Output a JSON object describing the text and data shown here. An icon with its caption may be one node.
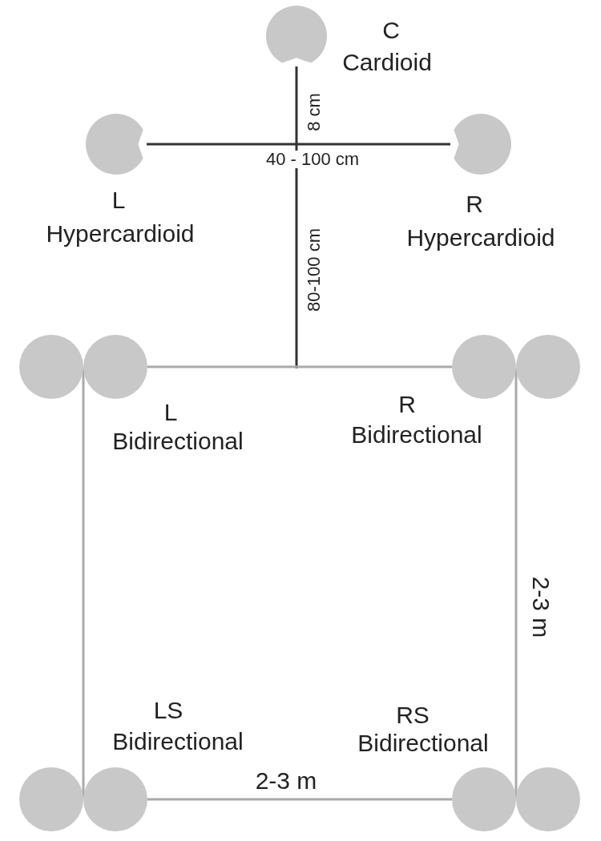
{
  "diagram": {
    "nodes": [
      {
        "text": [],
        "shape": "circle",
        "beside": [
          "C",
          "Cardioid"
        ]
      },
      {
        "text": [],
        "shape": "circle",
        "beside": [
          "L",
          "Hypercardioid"
        ]
      },
      {
        "text": [],
        "shape": "circle",
        "beside": [
          "R",
          "Hypercardioid"
        ]
      },
      {
        "text": [],
        "shape": "circle",
        "beside": [
          "L",
          "Bidirectional"
        ]
      },
      {
        "text": [],
        "shape": "circle",
        "beside": [
          "R",
          "Bidirectional"
        ]
      },
      {
        "text": [],
        "shape": "circle",
        "beside": [
          "LS",
          "Bidirectional"
        ]
      },
      {
        "text": [],
        "shape": "circle",
        "beside": [
          "RS",
          "Bidirectional"
        ]
      }
    ],
    "edges": [
      {
        "from": 1,
        "to": 2,
        "arrow": "none",
        "color": "#333333"
      },
      {
        "from": 0,
        "to": null,
        "arrow": "none",
        "color": "#333333"
      },
      {
        "from": 3,
        "to": 4,
        "arrow": "none"
      },
      {
        "from": 3,
        "to": 5,
        "arrow": "none"
      },
      {
        "from": 4,
        "to": 6,
        "arrow": "none"
      },
      {
        "from": 5,
        "to": 6,
        "arrow": "none"
      }
    ],
    "labels": [
      "8 cm",
      "40 - 100 cm",
      "80-100 cm",
      "2-3 m",
      "2-3 m"
    ]
  }
}
